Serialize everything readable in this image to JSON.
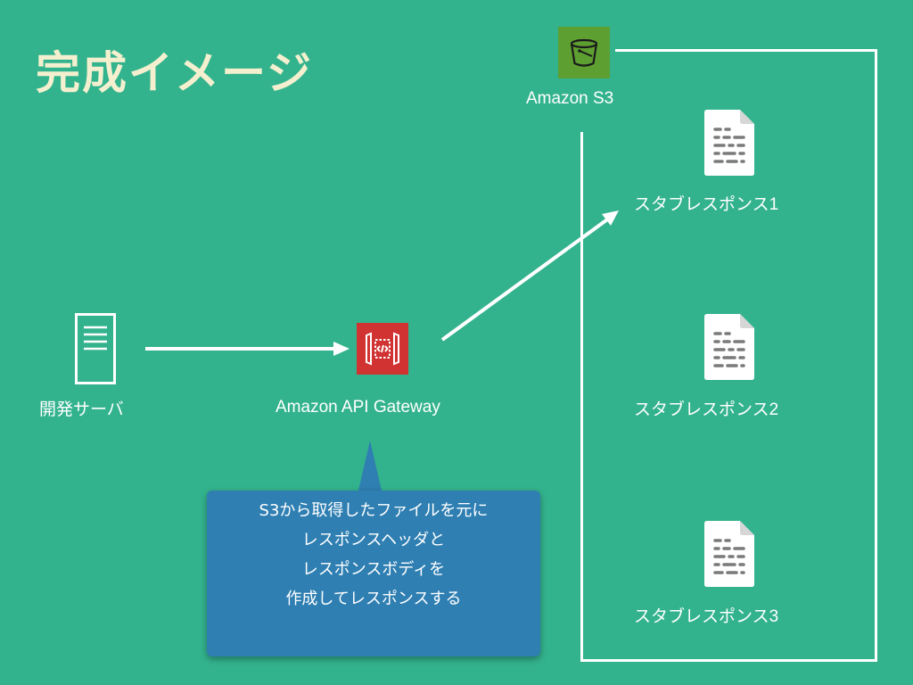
{
  "title": "完成イメージ",
  "nodes": {
    "dev_server": "開発サーバ",
    "api_gateway": "Amazon API Gateway",
    "s3": "Amazon S3",
    "stub1": "スタブレスポンス1",
    "stub2": "スタブレスポンス2",
    "stub3": "スタブレスポンス3"
  },
  "callout": {
    "lines": [
      "S3から取得したファイルを元に",
      "レスポンスヘッダと",
      "レスポンスボディを",
      "作成してレスポンスする"
    ]
  },
  "colors": {
    "background": "#33b38d",
    "title": "#f4f0cf",
    "api_gateway": "#d13232",
    "s3": "#5e9f32",
    "callout": "#2f7fb2"
  },
  "icons": {
    "dev_server": "server-icon",
    "api_gateway": "api-gateway-icon",
    "s3": "s3-bucket-icon",
    "stub": "document-icon"
  }
}
